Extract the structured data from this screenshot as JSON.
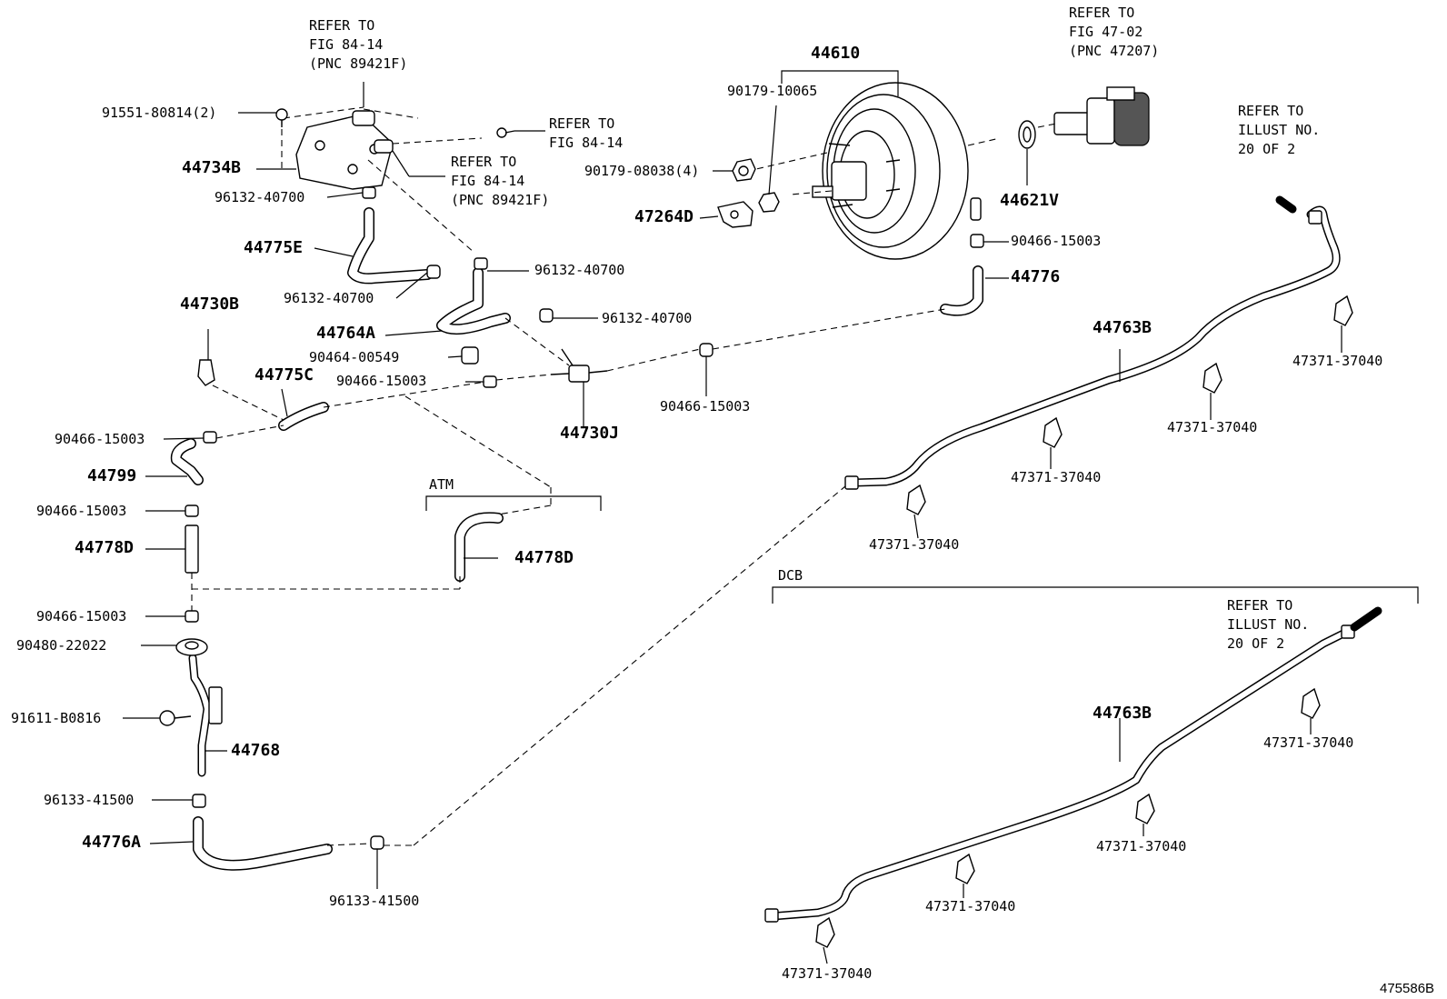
{
  "labels": {
    "p44610": "44610",
    "p90179_10065": "90179-10065",
    "p90179_08038": "90179-08038(4)",
    "p47264D": "47264D",
    "p44621V": "44621V",
    "p90466_15003_a": "90466-15003",
    "p44776": "44776",
    "p91551": "91551-80814(2)",
    "p44734B": "44734B",
    "p96132_40700_a": "96132-40700",
    "p44775E": "44775E",
    "p96132_40700_b": "96132-40700",
    "p96132_40700_c": "96132-40700",
    "p96132_40700_d": "96132-40700",
    "p44764A": "44764A",
    "p44730B": "44730B",
    "p90464_00549": "90464-00549",
    "p44775C": "44775C",
    "p90466_15003_b": "90466-15003",
    "p44730J": "44730J",
    "p90466_15003_c": "90466-15003",
    "p90466_15003_d": "90466-15003",
    "p44799": "44799",
    "p90466_15003_e": "90466-15003",
    "p44778D_left": "44778D",
    "p44778D_right": "44778D",
    "p90466_15003_f": "90466-15003",
    "p90480_22022": "90480-22022",
    "p91611_B0816": "91611-B0816",
    "p44768": "44768",
    "p96133_41500_a": "96133-41500",
    "p44776A": "44776A",
    "p96133_41500_b": "96133-41500",
    "p44763B_top": "44763B",
    "p44763B_bottom": "44763B",
    "clip_t1": "47371-37040",
    "clip_t2": "47371-37040",
    "clip_t3": "47371-37040",
    "clip_t4": "47371-37040",
    "clip_b1": "47371-37040",
    "clip_b2": "47371-37040",
    "clip_b3": "47371-37040",
    "clip_b4": "47371-37040"
  },
  "refs": {
    "fig84_14_pnc_top": "REFER TO\nFIG 84-14\n(PNC 89421F)",
    "fig84_14": "REFER TO\nFIG 84-14",
    "fig84_14_pnc_mid": "REFER TO\nFIG 84-14\n(PNC 89421F)",
    "fig47_02": "REFER TO\nFIG 47-02\n(PNC 47207)",
    "illust_top": "REFER TO\nILLUST NO.\n20 OF 2",
    "illust_bottom": "REFER TO\nILLUST NO.\n20 OF 2"
  },
  "groups": {
    "atm": "ATM",
    "dcb": "DCB"
  },
  "footer": {
    "diagram_id": "475586B"
  }
}
